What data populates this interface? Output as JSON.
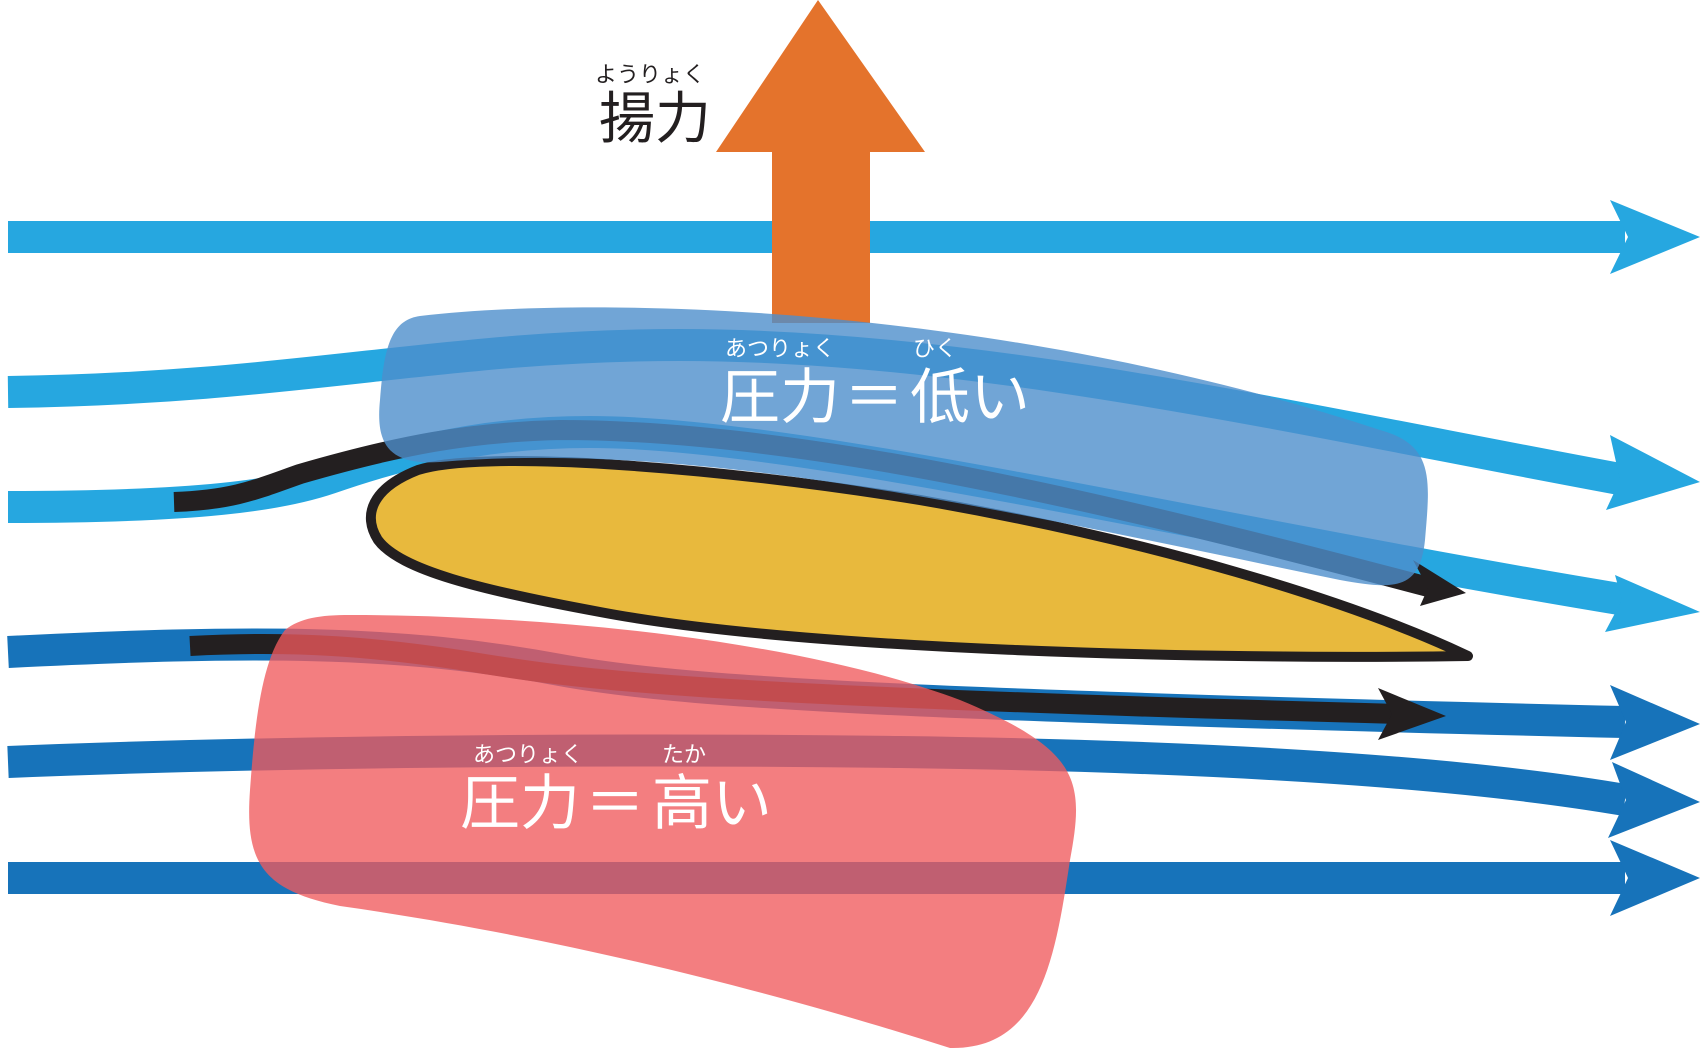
{
  "colors": {
    "background": "#ffffff",
    "upper_stream": "#26a7e0",
    "lower_stream": "#1773ba",
    "lift_arrow": "#e4732c",
    "low_pressure_zone": "#4e8fcc",
    "high_pressure_zone": "#f05a5c",
    "airfoil_fill": "#e8b93d",
    "outline": "#231f20",
    "label_dark": "#231f20",
    "label_light": "#ffffff"
  },
  "lift": {
    "label": "揚力",
    "ruby": "ようりょく"
  },
  "low_pressure": {
    "label_main": "圧力",
    "equals": "＝",
    "label_value": "低い",
    "ruby_main": "あつりょく",
    "ruby_value": "ひく"
  },
  "high_pressure": {
    "label_main": "圧力",
    "equals": "＝",
    "label_value": "高い",
    "ruby_main": "あつりょく",
    "ruby_value": "たか"
  },
  "icons": [
    "lift-arrow-icon",
    "streamline-arrow-icon",
    "airfoil-shape"
  ]
}
